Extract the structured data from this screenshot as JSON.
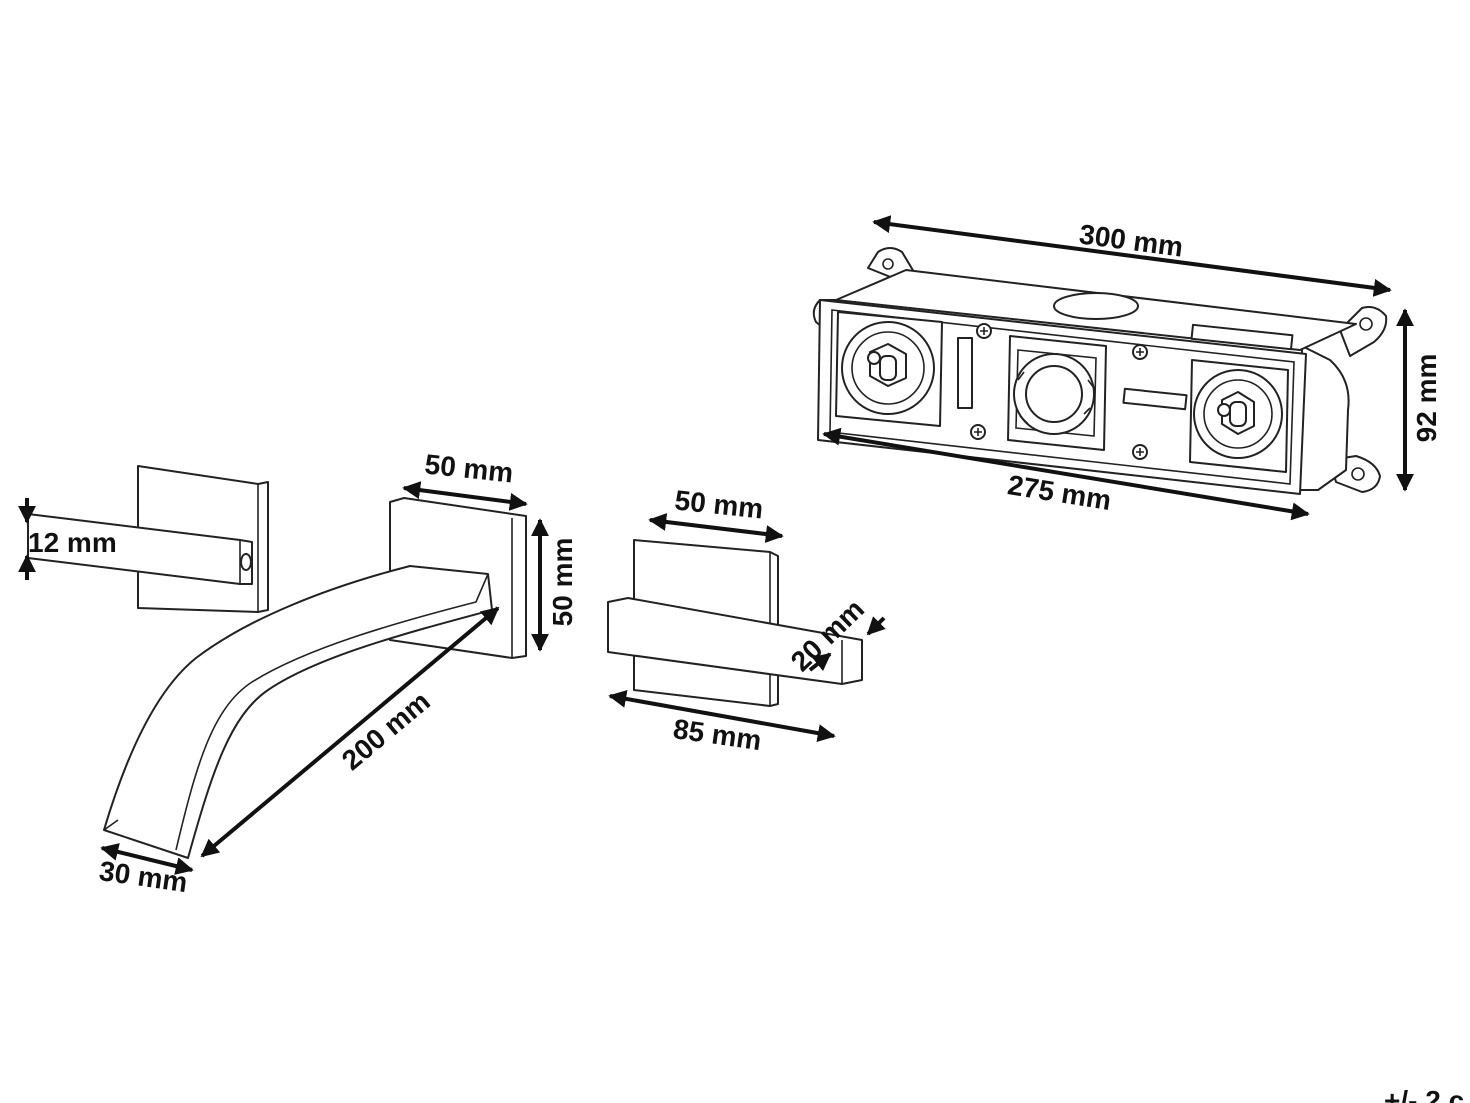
{
  "dimensions": {
    "box_width_top": "300 mm",
    "box_height": "92 mm",
    "box_width_bottom": "275 mm",
    "lever_thickness": "12 mm",
    "spout_plate_width": "50 mm",
    "spout_plate_height": "50 mm",
    "spout_length": "200 mm",
    "spout_tip_width": "30 mm",
    "handle_plate_width": "50 mm",
    "handle_width": "20 mm",
    "handle_length": "85 mm"
  },
  "footer": {
    "tolerance": "+/- 2 c"
  }
}
